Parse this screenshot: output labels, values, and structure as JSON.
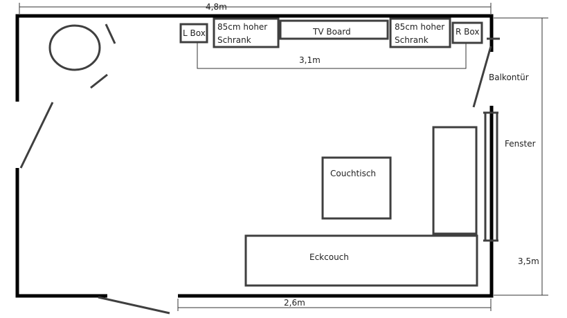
{
  "dimensions": {
    "width_total": "4,8m",
    "tv_wall": "3,1m",
    "height_total": "3,5m",
    "bottom_wall": "2,6m"
  },
  "furniture": {
    "l_box": "L Box",
    "cabinet_left": [
      "85cm hoher",
      "Schrank"
    ],
    "tv_board": "TV Board",
    "cabinet_right": [
      "85cm hoher",
      "Schrank"
    ],
    "r_box": "R Box",
    "coffee_table": "Couchtisch",
    "corner_sofa": "Eckcouch"
  },
  "labels": {
    "balcony_door": "Balkontür",
    "window": "Fenster"
  }
}
